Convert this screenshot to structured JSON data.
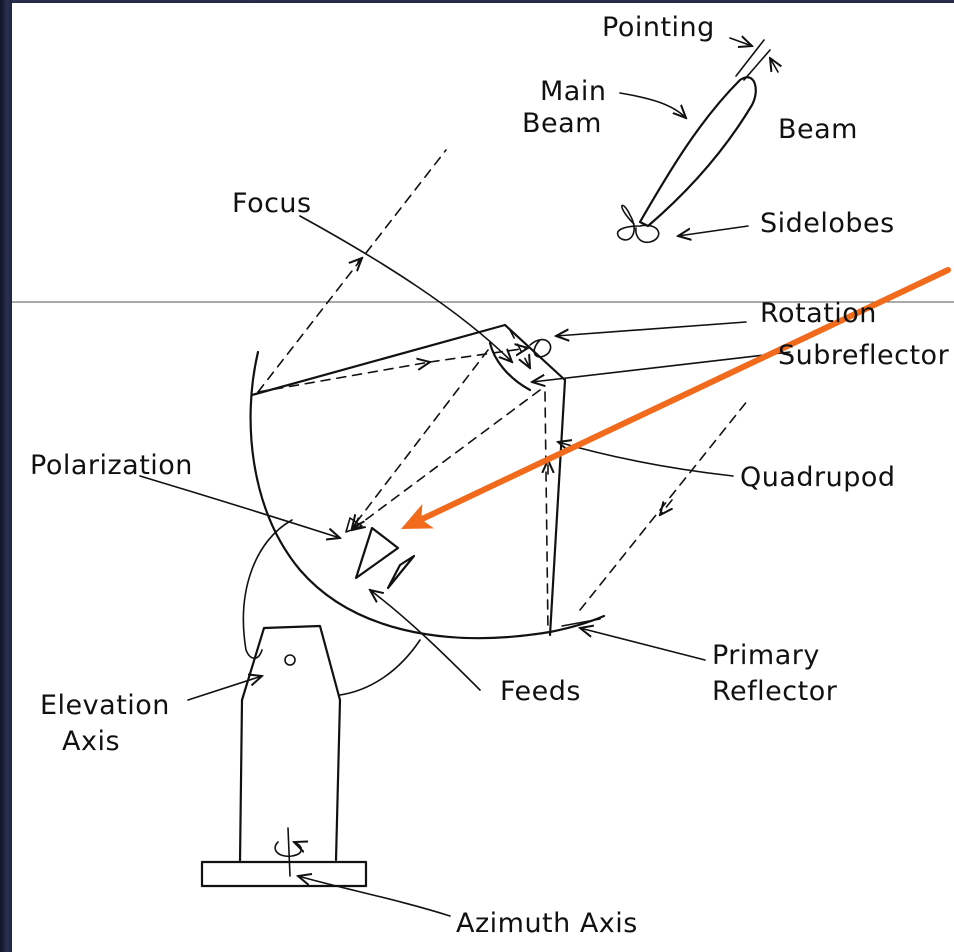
{
  "diagram": {
    "labels": {
      "pointing": "Pointing",
      "main_beam_1": "Main",
      "main_beam_2": "Beam",
      "beam": "Beam",
      "focus": "Focus",
      "sidelobes": "Sidelobes",
      "rotation": "Rotation",
      "subreflector": "Subreflector",
      "polarization": "Polarization",
      "quadrupod": "Quadrupod",
      "feeds": "Feeds",
      "primary_reflector_1": "Primary",
      "primary_reflector_2": "Reflector",
      "elevation_axis_1": "Elevation",
      "elevation_axis_2": "Axis",
      "azimuth_axis": "Azimuth Axis"
    },
    "colors": {
      "pointer_arrow": "#f26a1b",
      "background_frame": "#1e2340",
      "ink": "#111111"
    }
  }
}
